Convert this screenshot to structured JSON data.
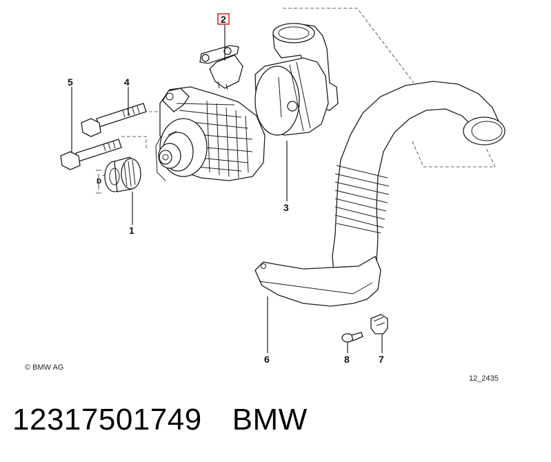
{
  "diagram": {
    "callouts": {
      "c1": "1",
      "c2": "2",
      "c3": "3",
      "c4": "4",
      "c5": "5",
      "c6": "6",
      "c7": "7",
      "c8": "8"
    },
    "dimension_label": "D",
    "copyright": "© BMW AG",
    "drawing_number": "12_2435",
    "highlight_color": "#d62b2b"
  },
  "caption": {
    "part_number": "12317501749",
    "brand": "BMW"
  }
}
